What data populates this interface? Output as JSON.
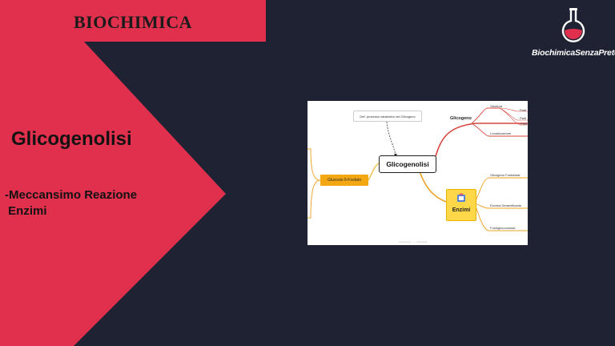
{
  "slide": {
    "category": "BIOCHIMICA",
    "title": "Glicogenolisi",
    "topics": [
      "-Meccansimo Reazione",
      " Enzimi"
    ]
  },
  "brand": {
    "name": "BiochimicaSenzaPretese",
    "icon": "flask-icon"
  },
  "mindmap": {
    "central": "Glicogenolisi",
    "note": "Def: processo catabolico del Glicogeno",
    "left_node": "Glucosio 6-Fosfato",
    "branch_glicogeno": {
      "label": "Glicogeno",
      "children": [
        "Struttura",
        "Localizzazione"
      ],
      "partial": [
        "Parti",
        "Parti",
        "Parti"
      ]
    },
    "branch_enzimi": {
      "label": "Enzimi",
      "children": [
        "Glicogeno Fosforilasi",
        "Enzima Deramificante",
        "Fosfoglucomutasi"
      ]
    },
    "footer": "Powered by - — Mindnight"
  },
  "colors": {
    "background": "#1e2233",
    "accent": "#e0304d",
    "branch_red": "#d8453e",
    "branch_orange": "#f0a020",
    "enzimi_yellow": "#ffd84a"
  }
}
